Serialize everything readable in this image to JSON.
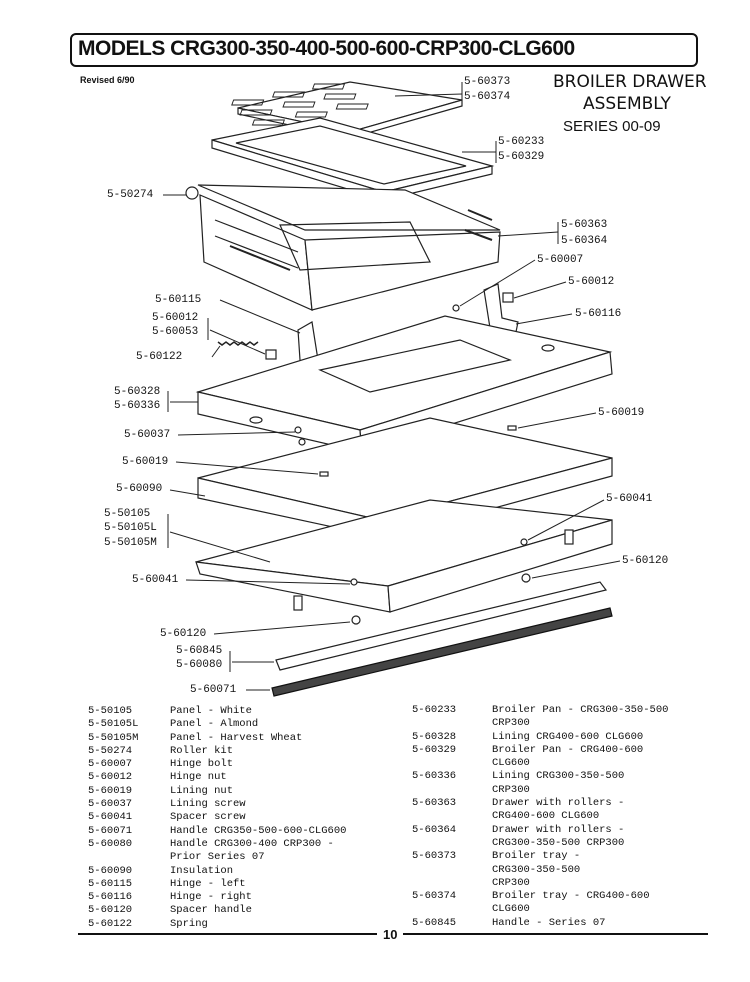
{
  "header": {
    "models": "MODELS CRG300-350-400-500-600-CRP300-CLG600",
    "revised": "Revised 6/90",
    "title_line1": "BROILER DRAWER",
    "title_line2": "ASSEMBLY",
    "title_line3": "SERIES 00-09"
  },
  "callouts": [
    {
      "id": "c1",
      "text": "5-60373"
    },
    {
      "id": "c2",
      "text": "5-60374"
    },
    {
      "id": "c3",
      "text": "5-60233"
    },
    {
      "id": "c4",
      "text": "5-60329"
    },
    {
      "id": "c5",
      "text": "5-50274"
    },
    {
      "id": "c6",
      "text": "5-60363"
    },
    {
      "id": "c7",
      "text": "5-60364"
    },
    {
      "id": "c8",
      "text": "5-60007"
    },
    {
      "id": "c9",
      "text": "5-60012"
    },
    {
      "id": "c10",
      "text": "5-60115"
    },
    {
      "id": "c11",
      "text": "5-60116"
    },
    {
      "id": "c12",
      "text": "5-60012"
    },
    {
      "id": "c13",
      "text": "5-60053"
    },
    {
      "id": "c14",
      "text": "5-60122"
    },
    {
      "id": "c15",
      "text": "5-60328"
    },
    {
      "id": "c16",
      "text": "5-60336"
    },
    {
      "id": "c17",
      "text": "5-60019"
    },
    {
      "id": "c18",
      "text": "5-60037"
    },
    {
      "id": "c19",
      "text": "5-60019"
    },
    {
      "id": "c20",
      "text": "5-60090"
    },
    {
      "id": "c21",
      "text": "5-60041"
    },
    {
      "id": "c22",
      "text": "5-50105"
    },
    {
      "id": "c23",
      "text": "5-50105L"
    },
    {
      "id": "c24",
      "text": "5-50105M"
    },
    {
      "id": "c25",
      "text": "5-60120"
    },
    {
      "id": "c26",
      "text": "5-60041"
    },
    {
      "id": "c27",
      "text": "5-60120"
    },
    {
      "id": "c28",
      "text": "5-60845"
    },
    {
      "id": "c29",
      "text": "5-60080"
    },
    {
      "id": "c30",
      "text": "5-60071"
    }
  ],
  "parts_left": [
    {
      "num": "5-50105",
      "desc": "Panel - White"
    },
    {
      "num": "5-50105L",
      "desc": "Panel - Almond"
    },
    {
      "num": "5-50105M",
      "desc": "Panel - Harvest Wheat"
    },
    {
      "num": "5-50274",
      "desc": "Roller kit"
    },
    {
      "num": "5-60007",
      "desc": "Hinge bolt"
    },
    {
      "num": "5-60012",
      "desc": "Hinge nut"
    },
    {
      "num": "5-60019",
      "desc": "Lining nut"
    },
    {
      "num": "5-60037",
      "desc": "Lining screw"
    },
    {
      "num": "5-60041",
      "desc": "Spacer screw"
    },
    {
      "num": "5-60071",
      "desc": "Handle CRG350-500-600-CLG600"
    },
    {
      "num": "5-60080",
      "desc": "Handle CRG300-400 CRP300 -"
    },
    {
      "num": "",
      "desc": "  Prior Series 07"
    },
    {
      "num": "5-60090",
      "desc": "Insulation"
    },
    {
      "num": "5-60115",
      "desc": "Hinge - left"
    },
    {
      "num": "5-60116",
      "desc": "Hinge - right"
    },
    {
      "num": "5-60120",
      "desc": "Spacer handle"
    },
    {
      "num": "5-60122",
      "desc": "Spring"
    }
  ],
  "parts_right": [
    {
      "num": "5-60233",
      "desc": "Broiler Pan - CRG300-350-500"
    },
    {
      "num": "",
      "desc": "CRP300"
    },
    {
      "num": "5-60328",
      "desc": "Lining CRG400-600  CLG600"
    },
    {
      "num": "5-60329",
      "desc": "Broiler Pan - CRG400-600"
    },
    {
      "num": "",
      "desc": "CLG600"
    },
    {
      "num": "5-60336",
      "desc": "Lining CRG300-350-500"
    },
    {
      "num": "",
      "desc": "CRP300"
    },
    {
      "num": "5-60363",
      "desc": "Drawer with rollers -"
    },
    {
      "num": "",
      "desc": " CRG400-600 CLG600"
    },
    {
      "num": "5-60364",
      "desc": "Drawer with rollers -"
    },
    {
      "num": "",
      "desc": " CRG300-350-500 CRP300"
    },
    {
      "num": "5-60373",
      "desc": "Broiler tray -"
    },
    {
      "num": "",
      "desc": "CRG300-350-500"
    },
    {
      "num": "",
      "desc": "CRP300"
    },
    {
      "num": "5-60374",
      "desc": "Broiler tray - CRG400-600"
    },
    {
      "num": "",
      "desc": "CLG600"
    },
    {
      "num": "5-60845",
      "desc": "Handle - Series 07"
    }
  ],
  "page_number": "10"
}
